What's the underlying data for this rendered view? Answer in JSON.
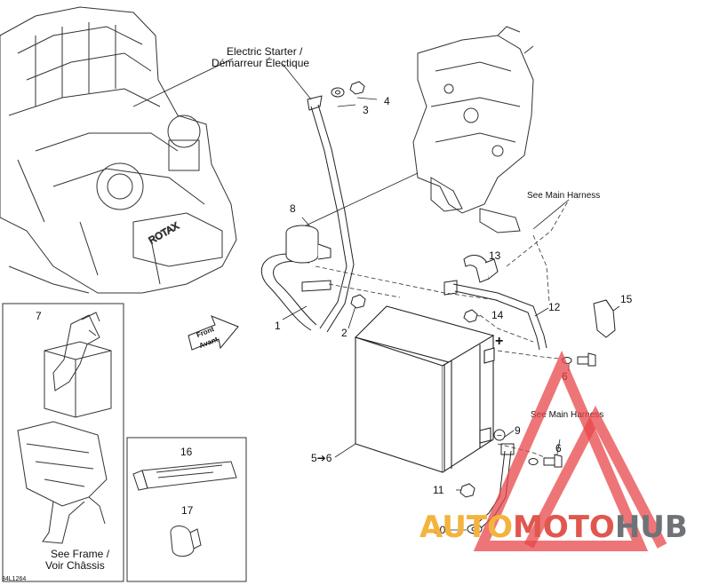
{
  "callouts": {
    "electric_starter_en": "Electric Starter /",
    "electric_starter_fr": "Démarreur Électique",
    "see_main_harness_top": "See Main Harness",
    "see_main_harness_bottom": "See Main Harness",
    "see_frame_en": "See Frame /",
    "see_frame_fr": "Voir Châssis",
    "front_en": "Front",
    "front_fr": "Avant",
    "plus_sign": "+",
    "minus_sign": "−",
    "drawing_code": "34L1264"
  },
  "part_numbers": {
    "n1": "1",
    "n2": "2",
    "n3": "3",
    "n4": "4",
    "n5_6": "5➔6",
    "n6a": "6",
    "n6b": "6",
    "n7": "7",
    "n8": "8",
    "n9": "9",
    "n10": "10",
    "n11": "11",
    "n12": "12",
    "n13": "13",
    "n14": "14",
    "n15": "15",
    "n16": "16",
    "n17": "17"
  },
  "watermark": {
    "part1": "AUTO",
    "part2": "MOTO",
    "part3": "HUB",
    "color_auto": "#f3b33d",
    "color_moto": "#e0574e",
    "color_hub": "#6f7378",
    "triangle_color": "#e8474a"
  }
}
